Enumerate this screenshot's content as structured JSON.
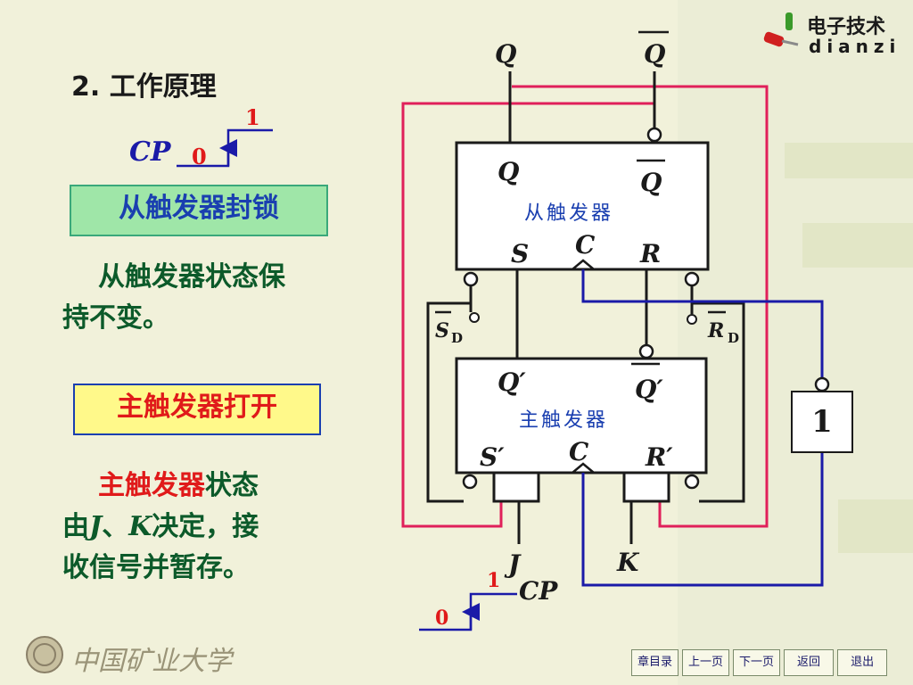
{
  "title": "2. 工作原理",
  "cp_label": "CP",
  "cp_low": "0",
  "cp_high": "1",
  "slave_locked": "从触发器封锁",
  "slave_para_line1": "从触发器状态保",
  "slave_para_line2": "持不变。",
  "master_open": "主触发器打开",
  "master_para_line1_red": "主触发器",
  "master_para_line1_green": "状态",
  "master_para_line2_a": "由",
  "master_para_line2_j": "J",
  "master_para_line2_sep": "、",
  "master_para_line2_k": "K",
  "master_para_line2_b": "决定，接",
  "master_para_line3": "收信号并暂存。",
  "logo": {
    "cn": "电子技术",
    "en": "dianzi"
  },
  "university": "中国矿业大学",
  "circuit": {
    "q_top": "Q",
    "qbar_top": "Q",
    "slave": {
      "q": "Q",
      "qbar": "Q",
      "name": "从触发器",
      "s": "S",
      "c": "C",
      "r": "R"
    },
    "master": {
      "q": "Q′",
      "qbar": "Q′",
      "name": "主触发器",
      "s": "S′",
      "c": "C",
      "r": "R′"
    },
    "sd": "S",
    "sd_sub": "D",
    "rd": "R",
    "rd_sub": "D",
    "inverter": "1",
    "j": "J",
    "k": "K",
    "cp": "CP",
    "cp_high": "1",
    "cp_low": "0"
  },
  "nav": [
    "章目录",
    "上一页",
    "下一页",
    "返回",
    "退出"
  ],
  "colors": {
    "red_wire": "#e0205a",
    "blue_wire": "#1a1aa8",
    "black_wire": "#1a1a1a"
  }
}
